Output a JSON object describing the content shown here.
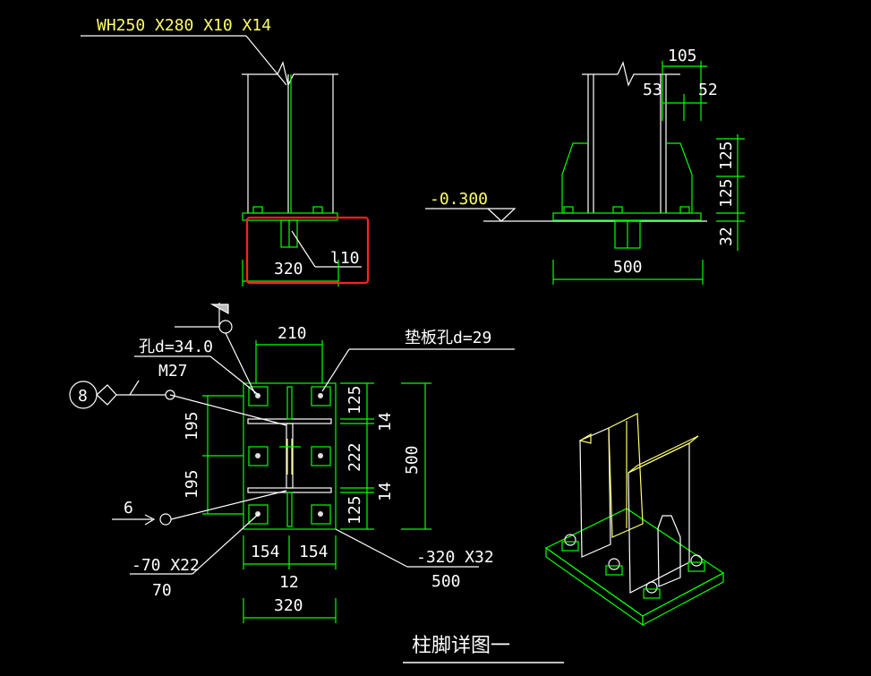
{
  "drawing": {
    "section_label": "WH250 X280 X10 X14",
    "top_left": {
      "dim_bottom": "320",
      "leader_note": "l10"
    },
    "top_right": {
      "elevation": "-0.300",
      "dim_top": "105",
      "dim_top_left": "53",
      "dim_top_right": "52",
      "dim_right_1": "125",
      "dim_right_2": "125",
      "dim_right_3": "32",
      "dim_bottom": "500"
    },
    "plan": {
      "hole_note": "孔d=34.0",
      "bolt": "M27",
      "axis": "8",
      "washer_note": "垫板孔d=29",
      "dim_top": "210",
      "dim_left_1": "195",
      "dim_left_2": "195",
      "dim_right_1": "125",
      "dim_right_2": "14",
      "dim_right_3": "222",
      "dim_right_4": "14",
      "dim_right_5": "125",
      "dim_far_right": "500",
      "dim_bottom_left": "154",
      "dim_bottom_right": "154",
      "dim_bottom_mid": "12",
      "dim_bottom_total": "320",
      "weld_size": "6",
      "rib_note_top": "-70 X22",
      "rib_note_bottom": "70",
      "plate_note_top": "-320 X32",
      "plate_note_bottom": "500"
    },
    "title": "柱脚详图一",
    "colors": {
      "line": "#ffffff",
      "green": "#00ff00",
      "yellow": "#ffff66",
      "highlight": "#ff2020"
    }
  }
}
